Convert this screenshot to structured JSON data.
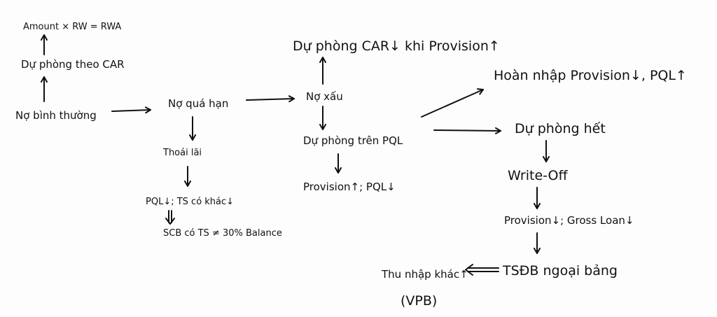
{
  "nodes": {
    "rwa_formula": "Amount × RW = RWA",
    "car_provision": "Dự phòng theo CAR",
    "normal_debt": "Nợ bình thường",
    "overdue_debt": "Nợ quá hạn",
    "interest_reversal": "Thoái lãi",
    "pql_assets": "PQL↓; TS có khác↓",
    "scb_note": "SCB có TS ≠ 30% Balance",
    "car_decrease": "Dự phòng CAR↓ khi Provision↑",
    "bad_debt": "Nợ xấu",
    "provision_on_pql": "Dự phòng trên PQL",
    "provision_up_pql_down": "Provision↑; PQL↓",
    "provision_reversal": "Hoàn nhập Provision↓, PQL↑",
    "fully_provisioned": "Dự phòng hết",
    "write_off": "Write-Off",
    "provision_gross_loan": "Provision↓; Gross Loan↓",
    "off_balance_collateral": "TSĐB ngoại bảng",
    "other_income": "Thu nhập khác↑",
    "vpb": "(VPB)"
  }
}
